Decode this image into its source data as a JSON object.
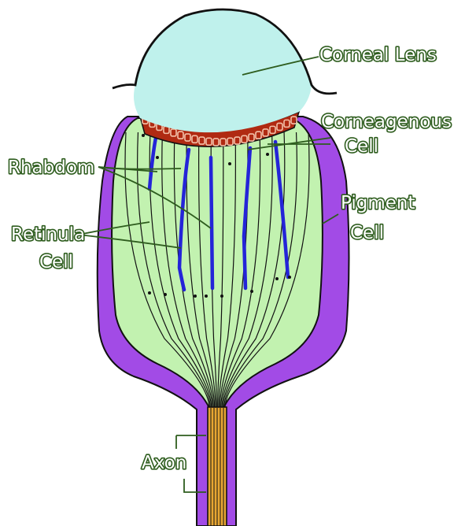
{
  "labels": {
    "corneal_lens": "Corneal Lens",
    "corneagenous_line1": "Corneagenous",
    "corneagenous_line2": "Cell",
    "rhabdom": "Rhabdom",
    "retinula_line1": "Retinula",
    "retinula_line2": "Cell",
    "pigment_line1": "Pigment",
    "pigment_line2": "Cell",
    "axon": "Axon"
  },
  "colors": {
    "lens": "#bff1ec",
    "pigment": "#a24be6",
    "retinula": "#c2f2b0",
    "corneagenous": "#b02a12",
    "rhabdom": "#2424d8",
    "axon": "#e8a632",
    "label_outline": "#2e5d1e"
  }
}
